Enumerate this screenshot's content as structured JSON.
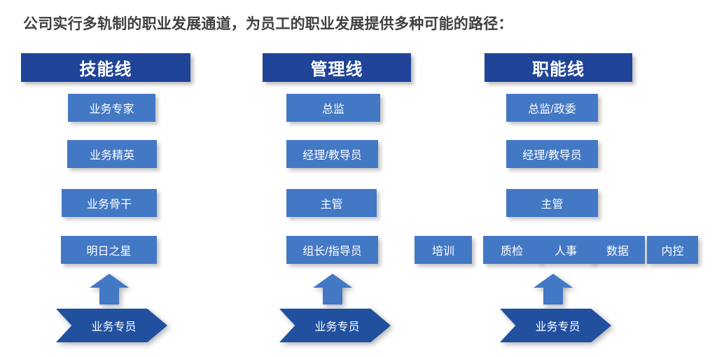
{
  "title": "公司实行多轨制的职业发展通道，为员工的职业发展提供多种可能的路径：",
  "colors": {
    "header_blue": "#1F4498",
    "box_blue": "#4378C5",
    "chevron_blue": "#21509F",
    "arrow_blue": "#4378C5",
    "background": "#FFFFFF",
    "title_text": "#404040"
  },
  "columns": [
    {
      "id": "skill-track",
      "header": "技能线",
      "levels": [
        {
          "label": "业务专家"
        },
        {
          "label": "业务精英"
        },
        {
          "label": "业务骨干"
        },
        {
          "label": "明日之星"
        }
      ],
      "arrow": "up-arrow",
      "entry": "业务专员"
    },
    {
      "id": "management-track",
      "header": "管理线",
      "levels": [
        {
          "label": "总监"
        },
        {
          "label": "经理/教导员"
        },
        {
          "label": "主管"
        },
        {
          "label": "组长/指导员"
        }
      ],
      "arrow": "up-arrow",
      "entry": "业务专员"
    },
    {
      "id": "function-track",
      "header": "职能线",
      "levels": [
        {
          "label": "总监/政委"
        },
        {
          "label": "经理/教导员"
        },
        {
          "label": "主管"
        }
      ],
      "functions": [
        {
          "label": "培训"
        },
        {
          "label": "质检"
        },
        {
          "label": "人事"
        },
        {
          "label": "数据"
        },
        {
          "label": "内控"
        }
      ],
      "arrow": "up-arrow",
      "entry": "业务专员"
    }
  ]
}
